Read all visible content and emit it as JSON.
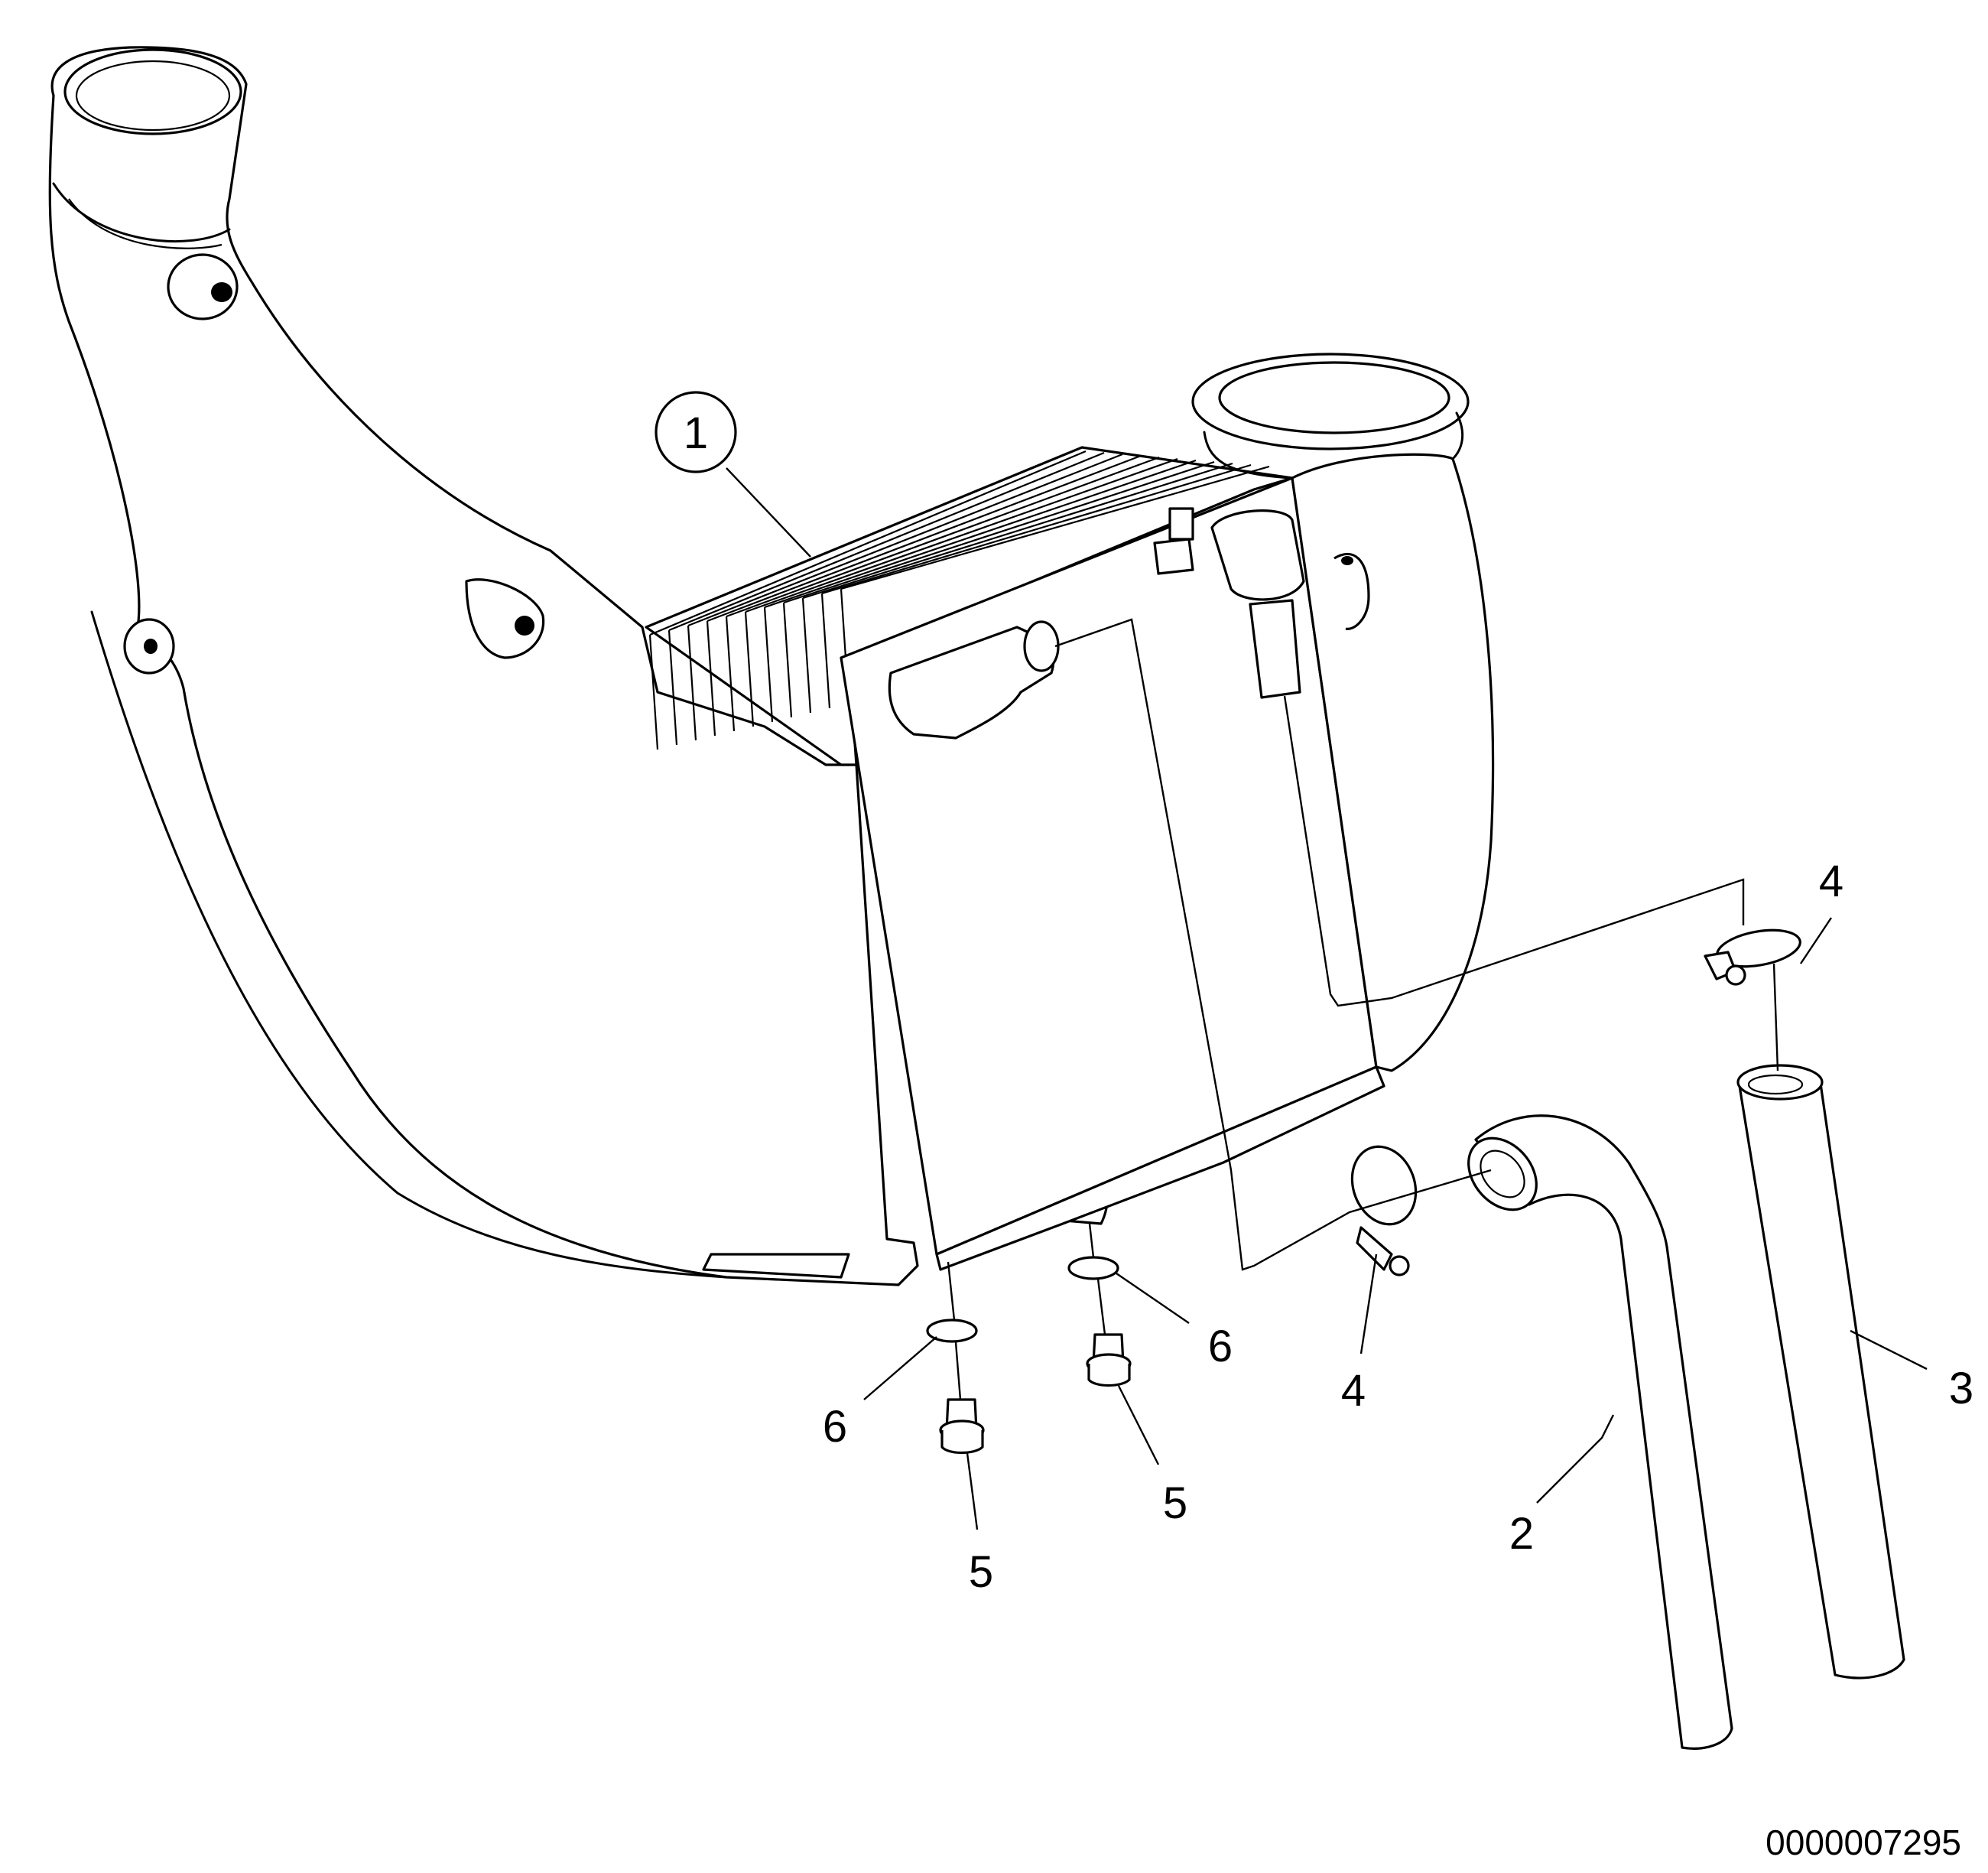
{
  "callouts": [
    {
      "id": "c1",
      "label": "1"
    },
    {
      "id": "c2",
      "label": "2"
    },
    {
      "id": "c3",
      "label": "3"
    },
    {
      "id": "c4a",
      "label": "4"
    },
    {
      "id": "c4b",
      "label": "4"
    },
    {
      "id": "c5a",
      "label": "5"
    },
    {
      "id": "c5b",
      "label": "5"
    },
    {
      "id": "c6a",
      "label": "6"
    },
    {
      "id": "c6b",
      "label": "6"
    }
  ],
  "document_number": "0000007295"
}
